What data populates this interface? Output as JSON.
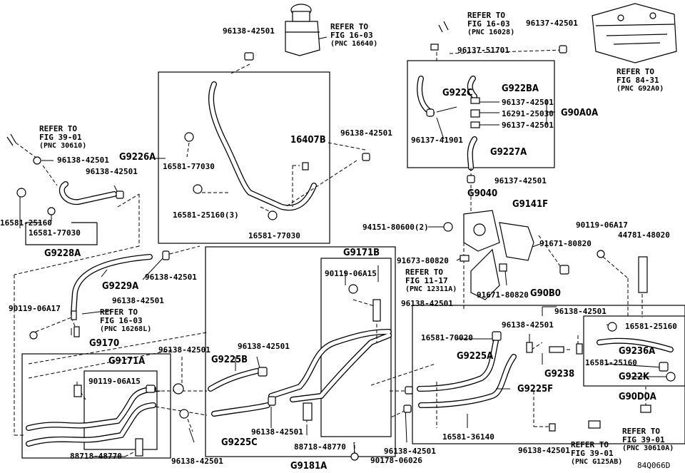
{
  "diagram_id": "84Q066D",
  "labels": {
    "p96138_top": "96138-42501",
    "g9226a": "G9226A",
    "p16581_77030_a": "16581-77030",
    "p16407b": "16407B",
    "p16581_25160_3": "16581-25160(3)",
    "p16581_77030_b": "16581-77030",
    "p96138_mid": "96138-42501",
    "p96138_l1": "96138-42501",
    "p96138_l2": "96138-42501",
    "p16581_25160_l": "16581-25160",
    "p16581_77030_l": "16581-77030",
    "g9228a": "G9228A",
    "g9229a": "G9229A",
    "p96138_l3": "96138-42501",
    "p96138_l4": "96138-42501",
    "p90119_06a17_l": "90119-06A17",
    "g9170": "G9170",
    "g9171a": "G9171A",
    "p90119_06a15_l": "90119-06A15",
    "p88718_48770_l": "88718-48770",
    "p96138_l5": "96138-42501",
    "p96138_l6": "96138-42501",
    "g9225b": "G9225B",
    "p96138_c1": "96138-42501",
    "g9225c": "G9225C",
    "p96138_c2": "96138-42501",
    "g9181a": "G9181A",
    "g9171b": "G9171B",
    "p90119_06a15_c": "90119-06A15",
    "p88718_48770_c": "88718-48770",
    "p90178_06026": "90178-06026",
    "p96137_51701": "96137-51701",
    "p96137_42501_top": "96137-42501",
    "g922c": "G922C",
    "g922ba": "G922BA",
    "p96137_42501_a": "96137-42501",
    "p16291_25030": "16291-25030",
    "g90a0a": "G90A0A",
    "p96137_42501_b": "96137-42501",
    "p96137_41901": "96137-41901",
    "g9227a": "G9227A",
    "p96137_42501_c": "96137-42501",
    "g9040": "G9040",
    "g9141f": "G9141F",
    "p94151_80600": "94151-80600(2)",
    "p91671_80820_a": "91671-80820",
    "p91673_80820": "91673-80820",
    "p91671_80820_b": "91671-80820",
    "g90b0": "G90B0",
    "p90119_06a17_r": "90119-06A17",
    "p44781_48020": "44781-48020",
    "p96138_r1": "96138-42501",
    "p96138_r2": "96138-42501",
    "p16581_70020": "16581-70020",
    "p96138_r3": "96138-42501",
    "g9225a": "G9225A",
    "g9238": "G9238",
    "g9225f": "G9225F",
    "p16581_36140": "16581-36140",
    "p96138_r4": "96138-42501",
    "p96138_r5": "96138-42501",
    "p16581_25160_r1": "16581-25160",
    "g9236a": "G9236A",
    "p16581_25160_r2": "16581-25160",
    "g922k": "G922K",
    "g90d0a": "G90D0A"
  },
  "refers": {
    "r16640": [
      "REFER TO",
      "FIG 16-03",
      "(PNC 16640)"
    ],
    "r30610": [
      "REFER TO",
      "FIG 39-01",
      "(PNC 30610)"
    ],
    "r16268l": [
      "REFER TO",
      "FIG 16-03",
      "(PNC 16268L)"
    ],
    "r16028": [
      "REFER TO",
      "FIG 16-03",
      "(PNC 16028)"
    ],
    "rg92a0": [
      "REFER TO",
      "FIG 84-31",
      "(PNC G92A0)"
    ],
    "r12311a": [
      "REFER TO",
      "FIG 11-17",
      "(PNC 12311A)"
    ],
    "rg125ab": [
      "REFER TO",
      "FIG 39-01",
      "(PNC G125AB)"
    ],
    "r30610a": [
      "REFER TO",
      "FIG 39-01",
      "(PNC 30610A)"
    ]
  }
}
